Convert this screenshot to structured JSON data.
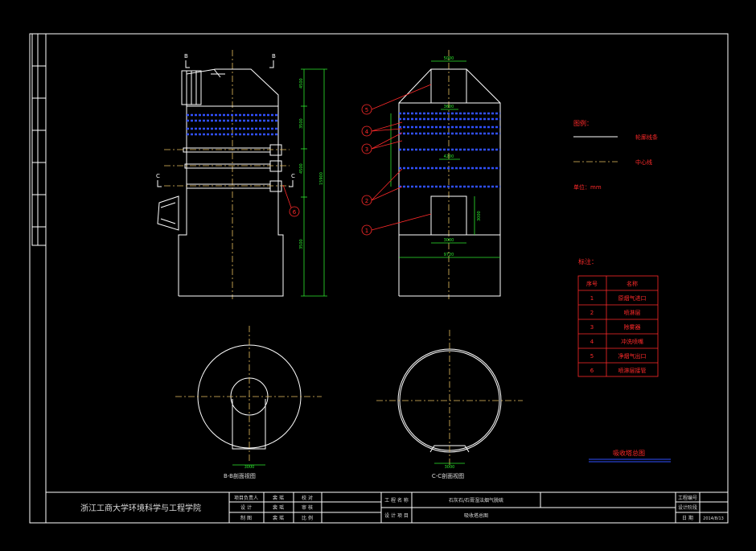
{
  "drawing": {
    "section_labels": {
      "b_left": "B",
      "b_right": "B",
      "c_left": "C",
      "c_right": "C"
    },
    "front_dims": {
      "d1": "4500",
      "d2": "3500",
      "d3": "4500",
      "d4": "3500",
      "total": "15900"
    },
    "side_dims": {
      "top": "5000",
      "upper": "3600",
      "middle": "4200",
      "bottom": "9720",
      "inlet_w": "3000",
      "inlet_h": "3000"
    },
    "callouts": [
      "5",
      "4",
      "3",
      "2",
      "1",
      "6"
    ],
    "legend": {
      "title": "图例：",
      "items": [
        {
          "label": "轮廓线条"
        },
        {
          "label": "中心线"
        }
      ],
      "unit": "单位：mm"
    },
    "parts_table": {
      "title": "标注：",
      "headers": [
        "序号",
        "名称"
      ],
      "rows": [
        {
          "no": "1",
          "name": "原烟气进口"
        },
        {
          "no": "2",
          "name": "喷淋层"
        },
        {
          "no": "3",
          "name": "除雾器"
        },
        {
          "no": "4",
          "name": "冲洗喷嘴"
        },
        {
          "no": "5",
          "name": "净烟气出口"
        },
        {
          "no": "6",
          "name": "喷淋层接管"
        }
      ]
    },
    "drawing_title": "吸收塔总图",
    "view_labels": {
      "b_section": "B-B剖面视图",
      "c_section": "C-C剖面视图",
      "b_dim": "3000",
      "c_dim": "3000"
    }
  },
  "title_block": {
    "school": "浙江工商大学环境科学与工程学院",
    "roles": [
      {
        "role": "项目负责人",
        "name": "裴 瑶",
        "check": "校 对"
      },
      {
        "role": "设   计",
        "name": "裴 瑶",
        "check": "审 核"
      },
      {
        "role": "制   图",
        "name": "裴 瑶",
        "check": "比 例"
      }
    ],
    "project_label": "工 程 名 称",
    "project_name": "石灰石/石膏湿法烟气脱硫",
    "design_label": "设 计 项 目",
    "design_item": "吸收塔总图",
    "right_labels": [
      "工程编号",
      "设计阶段",
      "日   期"
    ],
    "date": "2014/8/13"
  },
  "colors": {
    "background": "#000000",
    "line": "#ffffff",
    "dim": "#2ee82e",
    "annotation": "#ff2a2a",
    "center": "#e8c060",
    "spray": "#3050ff"
  }
}
